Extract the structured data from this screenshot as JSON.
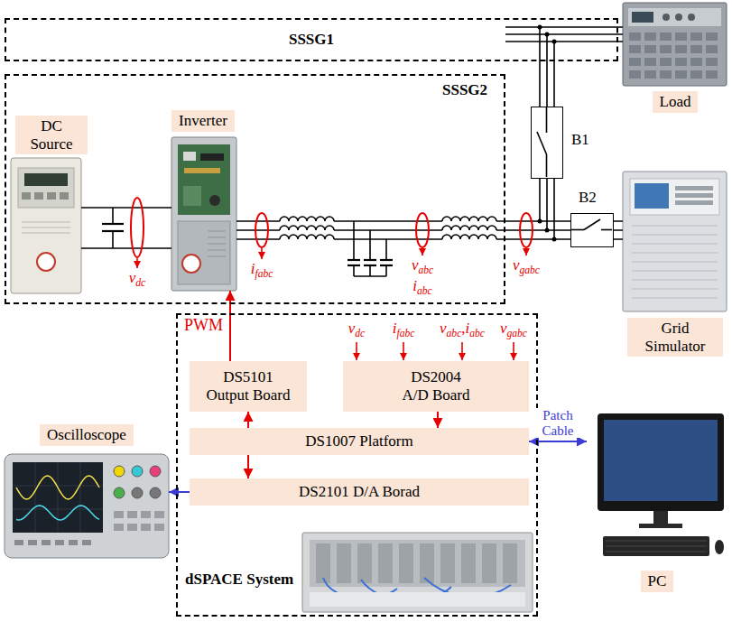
{
  "diagram": {
    "nodes": [
      {
        "text": [
          "SSSG1"
        ]
      },
      {
        "text": [
          "Load"
        ]
      },
      {
        "text": [
          "SSSG2"
        ]
      },
      {
        "text": [
          "DC Source"
        ],
        "in": 2
      },
      {
        "text": [
          "Inverter"
        ],
        "in": 2
      },
      {
        "text": [
          "B1"
        ]
      },
      {
        "text": [
          "B2"
        ]
      },
      {
        "text": [
          "Grid Simulator"
        ]
      },
      {
        "text": [
          "Oscilloscope"
        ]
      },
      {
        "text": [
          "dSPACE System"
        ]
      },
      {
        "text": [
          "DS5101 Output Board"
        ],
        "in": 9
      },
      {
        "text": [
          "DS2004 A/D Board"
        ],
        "in": 9
      },
      {
        "text": [
          "DS1007 Platform"
        ],
        "in": 9
      },
      {
        "text": [
          "DS2101 D/A Borad"
        ],
        "in": 9
      },
      {
        "text": [
          "PC"
        ]
      }
    ],
    "edges": [
      {
        "from": 10,
        "to": 4,
        "arrow": "to",
        "label": "PWM"
      },
      {
        "from": 11,
        "to": 12,
        "arrow": "to"
      },
      {
        "from": 12,
        "to": 10,
        "arrow": "to"
      },
      {
        "from": 12,
        "to": 13,
        "arrow": "to"
      },
      {
        "from": 13,
        "to": 8,
        "arrow": "to"
      },
      {
        "from": 12,
        "to": 14,
        "arrow": "both",
        "label": "Patch Cable"
      }
    ],
    "labels": [
      "vdc",
      "ifabc",
      "vabc",
      "iabc",
      "vgabc",
      "vdc",
      "ifabc",
      "vabc,iabc",
      "vgabc"
    ]
  }
}
